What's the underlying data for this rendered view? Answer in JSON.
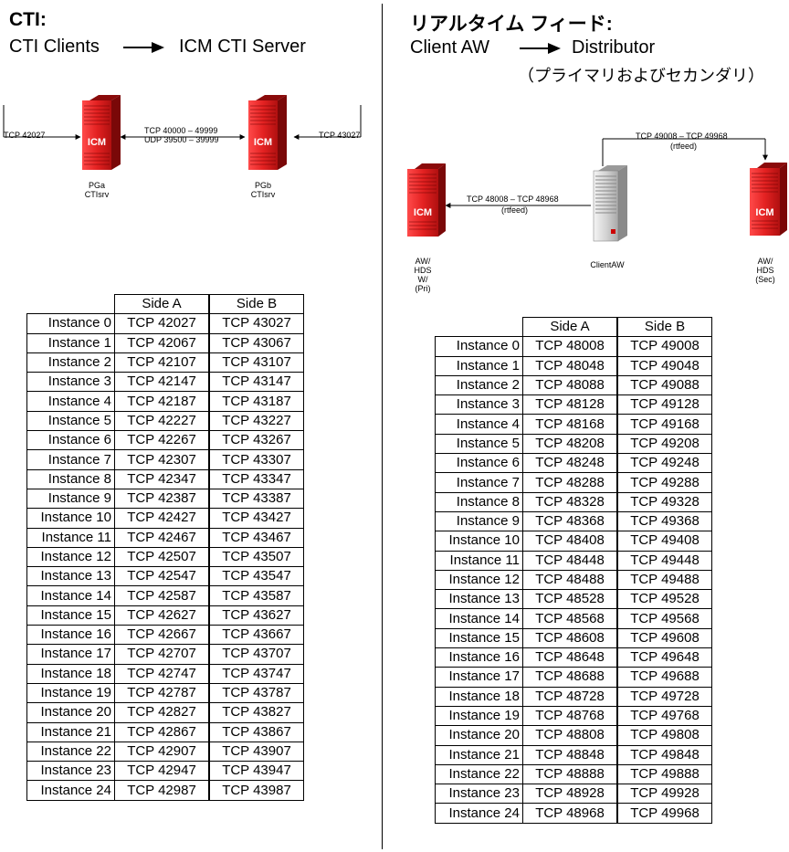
{
  "left": {
    "title": "CTI:",
    "line_from": "CTI Clients",
    "line_to": "ICM CTI Server",
    "diagram": {
      "left_port": "TCP 42027",
      "right_port": "TCP 43027",
      "middle_top": "TCP 40000 – 49999",
      "middle_bottom": "UDP 39500 – 39999",
      "server_a_logo": "ICM",
      "server_b_logo": "ICM",
      "server_a_caption": [
        "PGa",
        "CTIsrv"
      ],
      "server_b_caption": [
        "PGb",
        "CTIsrv"
      ]
    },
    "table": {
      "headers": [
        "Side A",
        "Side B"
      ],
      "rows": [
        [
          "Instance 0",
          "TCP 42027",
          "TCP 43027"
        ],
        [
          "Instance 1",
          "TCP 42067",
          "TCP 43067"
        ],
        [
          "Instance 2",
          "TCP 42107",
          "TCP 43107"
        ],
        [
          "Instance 3",
          "TCP 42147",
          "TCP 43147"
        ],
        [
          "Instance 4",
          "TCP 42187",
          "TCP 43187"
        ],
        [
          "Instance 5",
          "TCP 42227",
          "TCP 43227"
        ],
        [
          "Instance 6",
          "TCP 42267",
          "TCP 43267"
        ],
        [
          "Instance 7",
          "TCP 42307",
          "TCP 43307"
        ],
        [
          "Instance 8",
          "TCP 42347",
          "TCP 43347"
        ],
        [
          "Instance 9",
          "TCP 42387",
          "TCP 43387"
        ],
        [
          "Instance 10",
          "TCP 42427",
          "TCP 43427"
        ],
        [
          "Instance 11",
          "TCP 42467",
          "TCP 43467"
        ],
        [
          "Instance 12",
          "TCP 42507",
          "TCP 43507"
        ],
        [
          "Instance 13",
          "TCP 42547",
          "TCP 43547"
        ],
        [
          "Instance 14",
          "TCP 42587",
          "TCP 43587"
        ],
        [
          "Instance 15",
          "TCP 42627",
          "TCP 43627"
        ],
        [
          "Instance 16",
          "TCP 42667",
          "TCP 43667"
        ],
        [
          "Instance 17",
          "TCP 42707",
          "TCP 43707"
        ],
        [
          "Instance 18",
          "TCP 42747",
          "TCP 43747"
        ],
        [
          "Instance 19",
          "TCP 42787",
          "TCP 43787"
        ],
        [
          "Instance 20",
          "TCP 42827",
          "TCP 43827"
        ],
        [
          "Instance 21",
          "TCP 42867",
          "TCP 43867"
        ],
        [
          "Instance 22",
          "TCP 42907",
          "TCP 43907"
        ],
        [
          "Instance 23",
          "TCP 42947",
          "TCP 43947"
        ],
        [
          "Instance 24",
          "TCP 42987",
          "TCP 43987"
        ]
      ]
    }
  },
  "right": {
    "title": "リアルタイム フィード:",
    "line_from": "Client AW",
    "line_to": "Distributor",
    "subtitle": "（プライマリおよびセカンダリ）",
    "diagram": {
      "top_label": "TCP 49008 –  TCP 49968",
      "top_sub": "(rtfeed)",
      "left_label": "TCP 48008 – TCP 48968",
      "left_sub": "(rtfeed)",
      "primary_logo": "ICM",
      "secondary_logo": "ICM",
      "primary_caption": [
        "AW/",
        "HDS",
        "W/",
        "(Pri)"
      ],
      "client_caption": "ClientAW",
      "secondary_caption": [
        "AW/",
        "HDS",
        "(Sec)"
      ]
    },
    "table": {
      "headers": [
        "Side A",
        "Side B"
      ],
      "rows": [
        [
          "Instance 0",
          "TCP 48008",
          "TCP 49008"
        ],
        [
          "Instance 1",
          "TCP 48048",
          "TCP 49048"
        ],
        [
          "Instance 2",
          "TCP 48088",
          "TCP 49088"
        ],
        [
          "Instance 3",
          "TCP 48128",
          "TCP 49128"
        ],
        [
          "Instance 4",
          "TCP 48168",
          "TCP 49168"
        ],
        [
          "Instance 5",
          "TCP 48208",
          "TCP 49208"
        ],
        [
          "Instance 6",
          "TCP 48248",
          "TCP 49248"
        ],
        [
          "Instance 7",
          "TCP 48288",
          "TCP 49288"
        ],
        [
          "Instance 8",
          "TCP 48328",
          "TCP 49328"
        ],
        [
          "Instance 9",
          "TCP 48368",
          "TCP 49368"
        ],
        [
          "Instance 10",
          "TCP 48408",
          "TCP 49408"
        ],
        [
          "Instance 11",
          "TCP 48448",
          "TCP 49448"
        ],
        [
          "Instance 12",
          "TCP 48488",
          "TCP 49488"
        ],
        [
          "Instance 13",
          "TCP 48528",
          "TCP 49528"
        ],
        [
          "Instance 14",
          "TCP 48568",
          "TCP 49568"
        ],
        [
          "Instance 15",
          "TCP 48608",
          "TCP 49608"
        ],
        [
          "Instance 16",
          "TCP 48648",
          "TCP 49648"
        ],
        [
          "Instance 17",
          "TCP 48688",
          "TCP 49688"
        ],
        [
          "Instance 18",
          "TCP 48728",
          "TCP 49728"
        ],
        [
          "Instance 19",
          "TCP 48768",
          "TCP 49768"
        ],
        [
          "Instance 20",
          "TCP 48808",
          "TCP 49808"
        ],
        [
          "Instance 21",
          "TCP 48848",
          "TCP 49848"
        ],
        [
          "Instance 22",
          "TCP 48888",
          "TCP 49888"
        ],
        [
          "Instance 23",
          "TCP 48928",
          "TCP 49928"
        ],
        [
          "Instance 24",
          "TCP 48968",
          "TCP 49968"
        ]
      ]
    }
  },
  "colors": {
    "server_red": "#d42020",
    "server_dark_red": "#8a0a0a",
    "client_gray": "#c8c8c8"
  }
}
